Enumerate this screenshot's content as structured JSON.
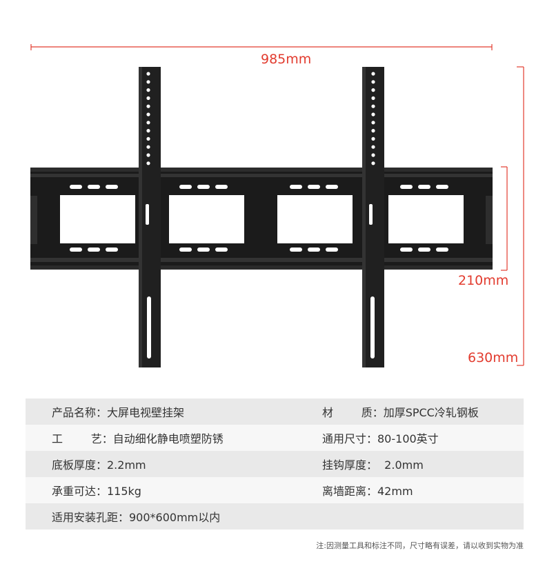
{
  "dimensions": {
    "width_label": "985mm",
    "frame_height_label": "210mm",
    "total_height_label": "630mm"
  },
  "colors": {
    "dimension_line": "#e23b2e",
    "bracket": "#1e1e1e",
    "row_shade": "#e9e9e9"
  },
  "specs": [
    {
      "left": "产品名称：大屏电视壁挂架",
      "right": "材        质：加厚SPCC冷轧钢板"
    },
    {
      "left": "工        艺：自动细化静电喷塑防锈",
      "right": "通用尺寸：80-100英寸"
    },
    {
      "left": "底板厚度：2.2mm",
      "right": "挂钩厚度：  2.0mm"
    },
    {
      "left": "承重可达：115kg",
      "right": "离墙距离：42mm"
    },
    {
      "left": "适用安装孔距：900*600mm以内",
      "right": ""
    }
  ],
  "footnote": "注:因测量工具和标注不同，尺寸略有误差，请以收到实物为准"
}
